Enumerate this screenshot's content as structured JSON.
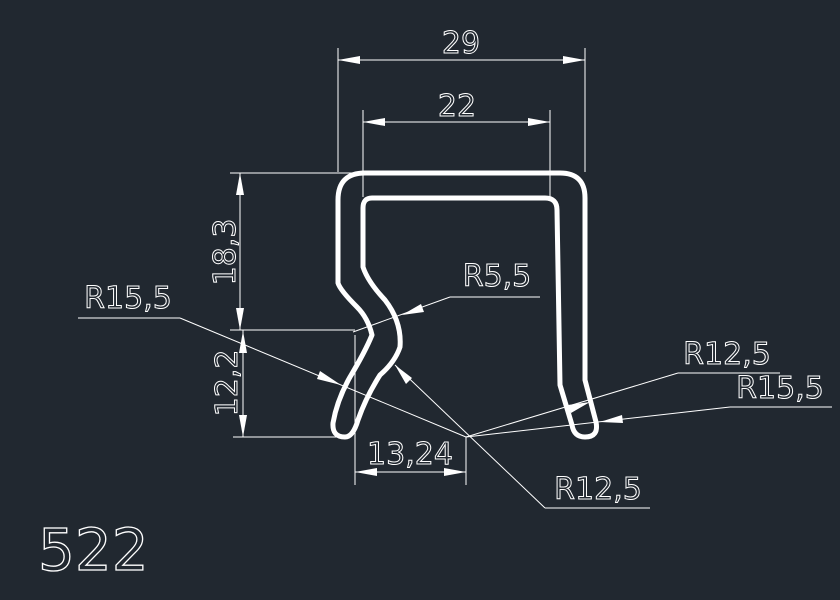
{
  "drawing": {
    "part_number": "522",
    "dimensions": {
      "outer_width": "29",
      "inner_width": "22",
      "upper_height": "18,3",
      "lower_height": "12,2",
      "lip_offset": "13,24"
    },
    "radii": {
      "left_outer": "R15,5",
      "bend": "R5,5",
      "bottom": "R12,5",
      "right_inner": "R12,5",
      "right_outer": "R15,5"
    },
    "colors": {
      "background": "#212830",
      "line": "#ffffff"
    }
  }
}
